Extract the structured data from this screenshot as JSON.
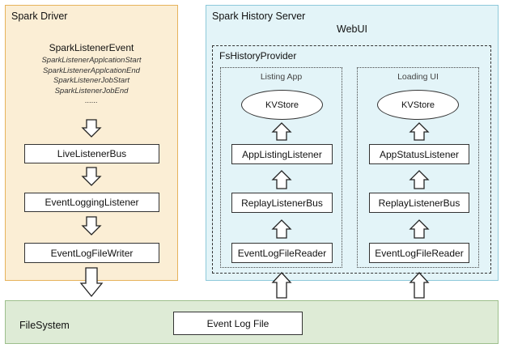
{
  "colors": {
    "driver_bg": "#fbeed5",
    "driver_border": "#e6b35c",
    "history_bg": "#e3f4f8",
    "history_border": "#8ec9da",
    "filesystem_bg": "#deebd6",
    "filesystem_border": "#9dbf8c"
  },
  "driver": {
    "title": "Spark Driver",
    "event_title": "SparkListenerEvent",
    "events": [
      "SparkListenerApplcationStart",
      "SparkListenerApplcationEnd",
      "SparkListenerJobStart",
      "SparkListenerJobEnd",
      "......"
    ],
    "boxes": [
      "LiveListenerBus",
      "EventLoggingListener",
      "EventLogFileWriter"
    ]
  },
  "history": {
    "title": "Spark History Server",
    "webui": "WebUI",
    "provider": "FsHistoryProvider",
    "listing": {
      "title": "Listing App",
      "store": "KVStore",
      "listener": "AppListingListener",
      "bus": "ReplayListenerBus",
      "reader": "EventLogFileReader"
    },
    "loading": {
      "title": "Loading UI",
      "store": "KVStore",
      "listener": "AppStatusListener",
      "bus": "ReplayListenerBus",
      "reader": "EventLogFileReader"
    }
  },
  "filesystem": {
    "title": "FileSystem",
    "file": "Event Log File"
  }
}
